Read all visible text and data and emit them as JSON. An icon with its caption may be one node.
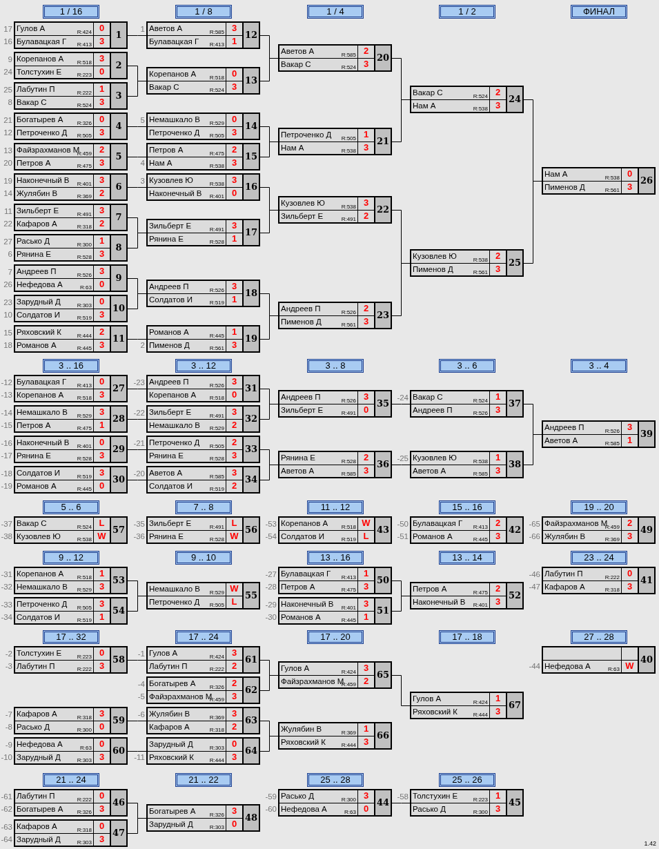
{
  "diagram": {
    "nodes": [
      {
        "text": [
          "1"
        ]
      },
      {
        "text": [
          "Гулов А",
          "R:424",
          "0"
        ],
        "in": 0,
        "beside": [
          "17"
        ]
      },
      {
        "text": [
          "Булавацкая Г",
          "R:413",
          "3"
        ],
        "in": 0,
        "beside": [
          "16"
        ]
      },
      {
        "text": [
          "2"
        ]
      },
      {
        "text": [
          "Корепанов А",
          "R:518",
          "3"
        ],
        "in": 3,
        "beside": [
          "9"
        ]
      },
      {
        "text": [
          "Толстухин Е",
          "R:223",
          "0"
        ],
        "in": 3,
        "beside": [
          "24"
        ]
      },
      {
        "text": [
          "3"
        ]
      },
      {
        "text": [
          "Лабутин П",
          "R:222",
          "1"
        ],
        "in": 6,
        "beside": [
          "25"
        ]
      },
      {
        "text": [
          "Вакар С",
          "R:524",
          "3"
        ],
        "in": 6,
        "beside": [
          "8"
        ]
      },
      {
        "text": [
          "4"
        ]
      },
      {
        "text": [
          "Богатырев А",
          "R:326",
          "0"
        ],
        "in": 9,
        "beside": [
          "21"
        ]
      },
      {
        "text": [
          "Петроченко Д",
          "R:505",
          "3"
        ],
        "in": 9,
        "beside": [
          "12"
        ]
      },
      {
        "text": [
          "5"
        ]
      },
      {
        "text": [
          "Файзрахманов М",
          "R:459",
          "2"
        ],
        "in": 12,
        "beside": [
          "13"
        ]
      },
      {
        "text": [
          "Петров А",
          "R:475",
          "3"
        ],
        "in": 12,
        "beside": [
          "20"
        ]
      },
      {
        "text": [
          "6"
        ]
      },
      {
        "text": [
          "Наконечный В",
          "R:401",
          "3"
        ],
        "in": 15,
        "beside": [
          "19"
        ]
      },
      {
        "text": [
          "Жулябин В",
          "R:369",
          "2"
        ],
        "in": 15,
        "beside": [
          "14"
        ]
      },
      {
        "text": [
          "7"
        ]
      },
      {
        "text": [
          "Зильберт Е",
          "R:491",
          "3"
        ],
        "in": 18,
        "beside": [
          "11"
        ]
      },
      {
        "text": [
          "Кафаров А",
          "R:318",
          "2"
        ],
        "in": 18,
        "beside": [
          "22"
        ]
      },
      {
        "text": [
          "8"
        ]
      },
      {
        "text": [
          "Расько Д",
          "R:300",
          "1"
        ],
        "in": 21,
        "beside": [
          "27"
        ]
      },
      {
        "text": [
          "Рянина Е",
          "R:528",
          "3"
        ],
        "in": 21,
        "beside": [
          "6"
        ]
      },
      {
        "text": [
          "9"
        ]
      },
      {
        "text": [
          "Андреев П",
          "R:526",
          "3"
        ],
        "in": 24,
        "beside": [
          "7"
        ]
      },
      {
        "text": [
          "Нефедова А",
          "R:63",
          "0"
        ],
        "in": 24,
        "beside": [
          "26"
        ]
      },
      {
        "text": [
          "10"
        ]
      },
      {
        "text": [
          "Зарудный Д",
          "R:303",
          "0"
        ],
        "in": 27,
        "beside": [
          "23"
        ]
      },
      {
        "text": [
          "Солдатов И",
          "R:519",
          "3"
        ],
        "in": 27,
        "beside": [
          "10"
        ]
      },
      {
        "text": [
          "11"
        ]
      },
      {
        "text": [
          "Ряховский К",
          "R:444",
          "2"
        ],
        "in": 30,
        "beside": [
          "15"
        ]
      },
      {
        "text": [
          "Романов А",
          "R:445",
          "3"
        ],
        "in": 30,
        "beside": [
          "18"
        ]
      },
      {
        "text": [
          "12"
        ]
      },
      {
        "text": [
          "Аветов А",
          "R:585",
          "3"
        ],
        "in": 33,
        "beside": [
          "1"
        ]
      },
      {
        "text": [
          "Булавацкая Г",
          "R:413",
          "1"
        ],
        "in": 33
      },
      {
        "text": [
          "13"
        ]
      },
      {
        "text": [
          "Корепанов А",
          "R:518",
          "0"
        ],
        "in": 36
      },
      {
        "text": [
          "Вакар С",
          "R:524",
          "3"
        ],
        "in": 36
      },
      {
        "text": [
          "14"
        ]
      },
      {
        "text": [
          "Немашкало В",
          "R:529",
          "0"
        ],
        "in": 39,
        "beside": [
          "5"
        ]
      },
      {
        "text": [
          "Петроченко Д",
          "R:505",
          "3"
        ],
        "in": 39
      },
      {
        "text": [
          "15"
        ]
      },
      {
        "text": [
          "Петров А",
          "R:475",
          "2"
        ],
        "in": 42
      },
      {
        "text": [
          "Нам А",
          "R:538",
          "3"
        ],
        "in": 42,
        "beside": [
          "4"
        ]
      },
      {
        "text": [
          "16"
        ]
      },
      {
        "text": [
          "Кузовлев Ю",
          "R:538",
          "3"
        ],
        "in": 45,
        "beside": [
          "3"
        ]
      },
      {
        "text": [
          "Наконечный В",
          "R:401",
          "0"
        ],
        "in": 45
      },
      {
        "text": [
          "17"
        ]
      },
      {
        "text": [
          "Зильберт Е",
          "R:491",
          "3"
        ],
        "in": 48
      },
      {
        "text": [
          "Рянина Е",
          "R:528",
          "1"
        ],
        "in": 48
      },
      {
        "text": [
          "18"
        ]
      },
      {
        "text": [
          "Андреев П",
          "R:526",
          "3"
        ],
        "in": 51
      },
      {
        "text": [
          "Солдатов И",
          "R:519",
          "1"
        ],
        "in": 51
      },
      {
        "text": [
          "19"
        ]
      },
      {
        "text": [
          "Романов А",
          "R:445",
          "1"
        ],
        "in": 54
      },
      {
        "text": [
          "Пименов Д",
          "R:561",
          "3"
        ],
        "in": 54,
        "beside": [
          "2"
        ]
      },
      {
        "text": [
          "20"
        ]
      },
      {
        "text": [
          "Аветов А",
          "R:585",
          "2"
        ],
        "in": 57
      },
      {
        "text": [
          "Вакар С",
          "R:524",
          "3"
        ],
        "in": 57
      },
      {
        "text": [
          "21"
        ]
      },
      {
        "text": [
          "Петроченко Д",
          "R:505",
          "1"
        ],
        "in": 60
      },
      {
        "text": [
          "Нам А",
          "R:538",
          "3"
        ],
        "in": 60
      },
      {
        "text": [
          "22"
        ]
      },
      {
        "text": [
          "Кузовлев Ю",
          "R:538",
          "3"
        ],
        "in": 63
      },
      {
        "text": [
          "Зильберт Е",
          "R:491",
          "2"
        ],
        "in": 63
      },
      {
        "text": [
          "23"
        ]
      },
      {
        "text": [
          "Андреев П",
          "R:526",
          "2"
        ],
        "in": 66
      },
      {
        "text": [
          "Пименов Д",
          "R:561",
          "3"
        ],
        "in": 66
      },
      {
        "text": [
          "24"
        ]
      },
      {
        "text": [
          "Вакар С",
          "R:524",
          "2"
        ],
        "in": 69
      },
      {
        "text": [
          "Нам А",
          "R:538",
          "3"
        ],
        "in": 69
      },
      {
        "text": [
          "25"
        ]
      },
      {
        "text": [
          "Кузовлев Ю",
          "R:538",
          "2"
        ],
        "in": 72
      },
      {
        "text": [
          "Пименов Д",
          "R:561",
          "3"
        ],
        "in": 72
      },
      {
        "text": [
          "26"
        ]
      },
      {
        "text": [
          "Нам А",
          "R:538",
          "0"
        ],
        "in": 75
      },
      {
        "text": [
          "Пименов Д",
          "R:561",
          "3"
        ],
        "in": 75
      },
      {
        "text": [
          "27"
        ]
      },
      {
        "text": [
          "Булавацкая Г",
          "R:413",
          "0"
        ],
        "in": 78,
        "beside": [
          "-12"
        ]
      },
      {
        "text": [
          "Корепанов А",
          "R:518",
          "3"
        ],
        "in": 78,
        "beside": [
          "-13"
        ]
      },
      {
        "text": [
          "28"
        ]
      },
      {
        "text": [
          "Немашкало В",
          "R:529",
          "3"
        ],
        "in": 81,
        "beside": [
          "-14"
        ]
      },
      {
        "text": [
          "Петров А",
          "R:475",
          "1"
        ],
        "in": 81,
        "beside": [
          "-15"
        ]
      },
      {
        "text": [
          "29"
        ]
      },
      {
        "text": [
          "Наконечный В",
          "R:401",
          "0"
        ],
        "in": 84,
        "beside": [
          "-16"
        ]
      },
      {
        "text": [
          "Рянина Е",
          "R:528",
          "3"
        ],
        "in": 84,
        "beside": [
          "-17"
        ]
      },
      {
        "text": [
          "30"
        ]
      },
      {
        "text": [
          "Солдатов И",
          "R:519",
          "3"
        ],
        "in": 87,
        "beside": [
          "-18"
        ]
      },
      {
        "text": [
          "Романов А",
          "R:445",
          "0"
        ],
        "in": 87,
        "beside": [
          "-19"
        ]
      },
      {
        "text": [
          "31"
        ]
      },
      {
        "text": [
          "Андреев П",
          "R:526",
          "3"
        ],
        "in": 90,
        "beside": [
          "-23"
        ]
      },
      {
        "text": [
          "Корепанов А",
          "R:518",
          "0"
        ],
        "in": 90
      },
      {
        "text": [
          "32"
        ]
      },
      {
        "text": [
          "Зильберт Е",
          "R:491",
          "3"
        ],
        "in": 93,
        "beside": [
          "-22"
        ]
      },
      {
        "text": [
          "Немашкало В",
          "R:529",
          "2"
        ],
        "in": 93
      },
      {
        "text": [
          "33"
        ]
      },
      {
        "text": [
          "Петроченко Д",
          "R:505",
          "2"
        ],
        "in": 96,
        "beside": [
          "-21"
        ]
      },
      {
        "text": [
          "Рянина Е",
          "R:528",
          "3"
        ],
        "in": 96
      },
      {
        "text": [
          "34"
        ]
      },
      {
        "text": [
          "Аветов А",
          "R:585",
          "3"
        ],
        "in": 99,
        "beside": [
          "-20"
        ]
      },
      {
        "text": [
          "Солдатов И",
          "R:519",
          "2"
        ],
        "in": 99
      },
      {
        "text": [
          "35"
        ]
      },
      {
        "text": [
          "Андреев П",
          "R:526",
          "3"
        ],
        "in": 102
      },
      {
        "text": [
          "Зильберт Е",
          "R:491",
          "0"
        ],
        "in": 102
      },
      {
        "text": [
          "36"
        ]
      },
      {
        "text": [
          "Рянина Е",
          "R:528",
          "2"
        ],
        "in": 105
      },
      {
        "text": [
          "Аветов А",
          "R:585",
          "3"
        ],
        "in": 105
      },
      {
        "text": [
          "37"
        ]
      },
      {
        "text": [
          "Вакар С",
          "R:524",
          "1"
        ],
        "in": 108,
        "beside": [
          "-24"
        ]
      },
      {
        "text": [
          "Андреев П",
          "R:526",
          "3"
        ],
        "in": 108
      },
      {
        "text": [
          "38"
        ]
      },
      {
        "text": [
          "Кузовлев Ю",
          "R:538",
          "1"
        ],
        "in": 111,
        "beside": [
          "-25"
        ]
      },
      {
        "text": [
          "Аветов А",
          "R:585",
          "3"
        ],
        "in": 111
      },
      {
        "text": [
          "39"
        ]
      },
      {
        "text": [
          "Андреев П",
          "R:526",
          "3"
        ],
        "in": 114
      },
      {
        "text": [
          "Аветов А",
          "R:585",
          "1"
        ],
        "in": 114
      },
      {
        "text": [
          "40"
        ]
      },
      {
        "text": [],
        "shape": "box",
        "in": 117
      },
      {
        "text": [
          "Нефедова А",
          "R:63",
          "W"
        ],
        "in": 117,
        "beside": [
          "-44"
        ]
      },
      {
        "text": [
          "41"
        ]
      },
      {
        "text": [
          "Лабутин П",
          "R:222",
          "0"
        ],
        "in": 120,
        "beside": [
          "-46"
        ]
      },
      {
        "text": [
          "Кафаров А",
          "R:318",
          "3"
        ],
        "in": 120,
        "beside": [
          "-47"
        ]
      },
      {
        "text": [
          "42"
        ]
      },
      {
        "text": [
          "Булавацкая Г",
          "R:413",
          "2"
        ],
        "in": 123,
        "beside": [
          "-50"
        ]
      },
      {
        "text": [
          "Романов А",
          "R:445",
          "3"
        ],
        "in": 123,
        "beside": [
          "-51"
        ]
      },
      {
        "text": [
          "43"
        ]
      },
      {
        "text": [
          "Корепанов А",
          "R:518",
          "W"
        ],
        "in": 126,
        "beside": [
          "-53"
        ]
      },
      {
        "text": [
          "Солдатов И",
          "R:519",
          "L"
        ],
        "in": 126,
        "beside": [
          "-54"
        ]
      },
      {
        "text": [
          "44"
        ]
      },
      {
        "text": [
          "Расько Д",
          "R:300",
          "3"
        ],
        "in": 129,
        "beside": [
          "-59"
        ]
      },
      {
        "text": [
          "Нефедова А",
          "R:63",
          "0"
        ],
        "in": 129,
        "beside": [
          "-60"
        ]
      },
      {
        "text": [
          "45"
        ]
      },
      {
        "text": [
          "Толстухин Е",
          "R:223",
          "1"
        ],
        "in": 132,
        "beside": [
          "-58"
        ]
      },
      {
        "text": [
          "Расько Д",
          "R:300",
          "3"
        ],
        "in": 132
      },
      {
        "text": [
          "46"
        ]
      },
      {
        "text": [
          "Лабутин П",
          "R:222",
          "0"
        ],
        "in": 135,
        "beside": [
          "-61"
        ]
      },
      {
        "text": [
          "Богатырев А",
          "R:326",
          "3"
        ],
        "in": 135,
        "beside": [
          "-62"
        ]
      },
      {
        "text": [
          "47"
        ]
      },
      {
        "text": [
          "Кафаров А",
          "R:318",
          "0"
        ],
        "in": 138,
        "beside": [
          "-63"
        ]
      },
      {
        "text": [
          "Зарудный Д",
          "R:303",
          "3"
        ],
        "in": 138,
        "beside": [
          "-64"
        ]
      },
      {
        "text": [
          "48"
        ]
      },
      {
        "text": [
          "Богатырев А",
          "R:326",
          "3"
        ],
        "in": 141
      },
      {
        "text": [
          "Зарудный Д",
          "R:303",
          "0"
        ],
        "in": 141
      },
      {
        "text": [
          "49"
        ]
      },
      {
        "text": [
          "Файзрахманов М",
          "R:459",
          "2"
        ],
        "in": 144,
        "beside": [
          "-65"
        ]
      },
      {
        "text": [
          "Жулябин В",
          "R:369",
          "3"
        ],
        "in": 144,
        "beside": [
          "-66"
        ]
      },
      {
        "text": [
          "50"
        ]
      },
      {
        "text": [
          "Булавацкая Г",
          "R:413",
          "1"
        ],
        "in": 147,
        "beside": [
          "-27"
        ]
      },
      {
        "text": [
          "Петров А",
          "R:475",
          "3"
        ],
        "in": 147,
        "beside": [
          "-28"
        ]
      },
      {
        "text": [
          "51"
        ]
      },
      {
        "text": [
          "Наконечный В",
          "R:401",
          "3"
        ],
        "in": 150,
        "beside": [
          "-29"
        ]
      },
      {
        "text": [
          "Романов А",
          "R:445",
          "1"
        ],
        "in": 150,
        "beside": [
          "-30"
        ]
      },
      {
        "text": [
          "52"
        ]
      },
      {
        "text": [
          "Петров А",
          "R:475",
          "2"
        ],
        "in": 153
      },
      {
        "text": [
          "Наконечный В",
          "R:401",
          "3"
        ],
        "in": 153
      },
      {
        "text": [
          "53"
        ]
      },
      {
        "text": [
          "Корепанов А",
          "R:518",
          "1"
        ],
        "in": 156,
        "beside": [
          "-31"
        ]
      },
      {
        "text": [
          "Немашкало В",
          "R:529",
          "3"
        ],
        "in": 156,
        "beside": [
          "-32"
        ]
      },
      {
        "text": [
          "54"
        ]
      },
      {
        "text": [
          "Петроченко Д",
          "R:505",
          "3"
        ],
        "in": 159,
        "beside": [
          "-33"
        ]
      },
      {
        "text": [
          "Солдатов И",
          "R:519",
          "1"
        ],
        "in": 159,
        "beside": [
          "-34"
        ]
      },
      {
        "text": [
          "55"
        ]
      },
      {
        "text": [
          "Немашкало В",
          "R:529",
          "W"
        ],
        "in": 162
      },
      {
        "text": [
          "Петроченко Д",
          "R:505",
          "L"
        ],
        "in": 162
      },
      {
        "text": [
          "56"
        ]
      },
      {
        "text": [
          "Зильберт Е",
          "R:491",
          "L"
        ],
        "in": 165,
        "beside": [
          "-35"
        ]
      },
      {
        "text": [
          "Рянина Е",
          "R:528",
          "W"
        ],
        "in": 165,
        "beside": [
          "-36"
        ]
      },
      {
        "text": [
          "57"
        ]
      },
      {
        "text": [
          "Вакар С",
          "R:524",
          "L"
        ],
        "in": 168,
        "beside": [
          "-37"
        ]
      },
      {
        "text": [
          "Кузовлев Ю",
          "R:538",
          "W"
        ],
        "in": 168,
        "beside": [
          "-38"
        ]
      },
      {
        "text": [
          "58"
        ]
      },
      {
        "text": [
          "Толстухин Е",
          "R:223",
          "0"
        ],
        "in": 171,
        "beside": [
          "-2"
        ]
      },
      {
        "text": [
          "Лабутин П",
          "R:222",
          "3"
        ],
        "in": 171,
        "beside": [
          "-3"
        ]
      },
      {
        "text": [
          "59"
        ]
      },
      {
        "text": [
          "Кафаров А",
          "R:318",
          "3"
        ],
        "in": 174,
        "beside": [
          "-7"
        ]
      },
      {
        "text": [
          "Расько Д",
          "R:300",
          "0"
        ],
        "in": 174,
        "beside": [
          "-8"
        ]
      },
      {
        "text": [
          "60"
        ]
      },
      {
        "text": [
          "Нефедова А",
          "R:63",
          "0"
        ],
        "in": 177,
        "beside": [
          "-9"
        ]
      },
      {
        "text": [
          "Зарудный Д",
          "R:303",
          "3"
        ],
        "in": 177,
        "beside": [
          "-10"
        ]
      },
      {
        "text": [
          "61"
        ]
      },
      {
        "text": [
          "Гулов А",
          "R:424",
          "3"
        ],
        "in": 180,
        "beside": [
          "-1"
        ]
      },
      {
        "text": [
          "Лабутин П",
          "R:222",
          "2"
        ],
        "in": 180
      },
      {
        "text": [
          "62"
        ]
      },
      {
        "text": [
          "Богатырев А",
          "R:326",
          "2"
        ],
        "in": 183,
        "beside": [
          "-4"
        ]
      },
      {
        "text": [
          "Файзрахманов М",
          "R:459",
          "3"
        ],
        "in": 183,
        "beside": [
          "-5"
        ]
      },
      {
        "text": [
          "63"
        ]
      },
      {
        "text": [
          "Жулябин В",
          "R:369",
          "3"
        ],
        "in": 186,
        "beside": [
          "-6"
        ]
      },
      {
        "text": [
          "Кафаров А",
          "R:318",
          "2"
        ],
        "in": 186
      },
      {
        "text": [
          "64"
        ]
      },
      {
        "text": [
          "Зарудный Д",
          "R:303",
          "0"
        ],
        "in": 189
      },
      {
        "text": [
          "Ряховский К",
          "R:444",
          "3"
        ],
        "in": 189,
        "beside": [
          "-11"
        ]
      },
      {
        "text": [
          "65"
        ]
      },
      {
        "text": [
          "Гулов А",
          "R:424",
          "3"
        ],
        "in": 192
      },
      {
        "text": [
          "Файзрахманов М",
          "R:459",
          "2"
        ],
        "in": 192
      },
      {
        "text": [
          "66"
        ]
      },
      {
        "text": [
          "Жулябин В",
          "R:369",
          "1"
        ],
        "in": 195
      },
      {
        "text": [
          "Ряховский К",
          "R:444",
          "3"
        ],
        "in": 195
      },
      {
        "text": [
          "67"
        ]
      },
      {
        "text": [
          "Гулов А",
          "R:424",
          "1"
        ],
        "in": 198
      },
      {
        "text": [
          "Ряховский К",
          "R:444",
          "3"
        ],
        "in": 198
      },
      {
        "text": [
          "1 / 16"
        ]
      },
      {
        "text": [
          "1 / 8"
        ]
      },
      {
        "text": [
          "1 / 4"
        ]
      },
      {
        "text": [
          "1 / 2"
        ]
      },
      {
        "text": [
          "ФИНАЛ"
        ]
      },
      {
        "text": [
          "3 .. 16"
        ]
      },
      {
        "text": [
          "3 .. 12"
        ]
      },
      {
        "text": [
          "3 .. 8"
        ]
      },
      {
        "text": [
          "3 .. 6"
        ]
      },
      {
        "text": [
          "3 .. 4"
        ]
      },
      {
        "text": [
          "5 .. 6"
        ]
      },
      {
        "text": [
          "7 .. 8"
        ]
      },
      {
        "text": [
          "11 .. 12"
        ]
      },
      {
        "text": [
          "15 .. 16"
        ]
      },
      {
        "text": [
          "19 .. 20"
        ]
      },
      {
        "text": [
          "9 .. 12"
        ]
      },
      {
        "text": [
          "9 .. 10"
        ]
      },
      {
        "text": [
          "13 .. 16"
        ]
      },
      {
        "text": [
          "13 .. 14"
        ]
      },
      {
        "text": [
          "23 .. 24"
        ]
      },
      {
        "text": [
          "17 .. 32"
        ]
      },
      {
        "text": [
          "17 .. 24"
        ]
      },
      {
        "text": [
          "17 .. 20"
        ]
      },
      {
        "text": [
          "17 .. 18"
        ]
      },
      {
        "text": [
          "27 .. 28"
        ]
      },
      {
        "text": [
          "21 .. 24"
        ]
      },
      {
        "text": [
          "21 .. 22"
        ]
      },
      {
        "text": [
          "25 .. 28"
        ]
      },
      {
        "text": [
          "25 .. 26"
        ]
      }
    ],
    "edges": [
      {
        "from": 0,
        "to": 33,
        "arrow": "none"
      },
      {
        "from": 3,
        "to": 36,
        "arrow": "none"
      },
      {
        "from": 6,
        "to": 36,
        "arrow": "none"
      },
      {
        "from": 9,
        "to": 39,
        "arrow": "none"
      },
      {
        "from": 12,
        "to": 42,
        "arrow": "none"
      },
      {
        "from": 15,
        "to": 45,
        "arrow": "none"
      },
      {
        "from": 18,
        "to": 48,
        "arrow": "none"
      },
      {
        "from": 21,
        "to": 48,
        "arrow": "none"
      },
      {
        "from": 24,
        "to": 51,
        "arrow": "none"
      },
      {
        "from": 27,
        "to": 51,
        "arrow": "none"
      },
      {
        "from": 30,
        "to": 54,
        "arrow": "none"
      },
      {
        "from": 33,
        "to": 57,
        "arrow": "none"
      },
      {
        "from": 36,
        "to": 57,
        "arrow": "none"
      },
      {
        "from": 39,
        "to": 60,
        "arrow": "none"
      },
      {
        "from": 42,
        "to": 60,
        "arrow": "none"
      },
      {
        "from": 45,
        "to": 63,
        "arrow": "none"
      },
      {
        "from": 48,
        "to": 63,
        "arrow": "none"
      },
      {
        "from": 51,
        "to": 66,
        "arrow": "none"
      },
      {
        "from": 54,
        "to": 66,
        "arrow": "none"
      },
      {
        "from": 57,
        "to": 69,
        "arrow": "none"
      },
      {
        "from": 60,
        "to": 69,
        "arrow": "none"
      },
      {
        "from": 63,
        "to": 72,
        "arrow": "none"
      },
      {
        "from": 66,
        "to": 72,
        "arrow": "none"
      },
      {
        "from": 69,
        "to": 75,
        "arrow": "none"
      },
      {
        "from": 72,
        "to": 75,
        "arrow": "none"
      },
      {
        "from": 78,
        "to": 90,
        "arrow": "none"
      },
      {
        "from": 81,
        "to": 93,
        "arrow": "none"
      },
      {
        "from": 84,
        "to": 96,
        "arrow": "none"
      },
      {
        "from": 87,
        "to": 99,
        "arrow": "none"
      },
      {
        "from": 90,
        "to": 102,
        "arrow": "none"
      },
      {
        "from": 93,
        "to": 102,
        "arrow": "none"
      },
      {
        "from": 96,
        "to": 105,
        "arrow": "none"
      },
      {
        "from": 99,
        "to": 105,
        "arrow": "none"
      },
      {
        "from": 102,
        "to": 108,
        "arrow": "none"
      },
      {
        "from": 105,
        "to": 111,
        "arrow": "none"
      },
      {
        "from": 108,
        "to": 114,
        "arrow": "none"
      },
      {
        "from": 111,
        "to": 114,
        "arrow": "none"
      },
      {
        "from": 156,
        "to": 162,
        "arrow": "none"
      },
      {
        "from": 159,
        "to": 162,
        "arrow": "none"
      },
      {
        "from": 147,
        "to": 153,
        "arrow": "none"
      },
      {
        "from": 150,
        "to": 153,
        "arrow": "none"
      },
      {
        "from": 171,
        "to": 180,
        "arrow": "none"
      },
      {
        "from": 180,
        "to": 192,
        "arrow": "none"
      },
      {
        "from": 183,
        "to": 192,
        "arrow": "none"
      },
      {
        "from": 174,
        "to": 186,
        "arrow": "none"
      },
      {
        "from": 177,
        "to": 189,
        "arrow": "none"
      },
      {
        "from": 186,
        "to": 195,
        "arrow": "none"
      },
      {
        "from": 189,
        "to": 195,
        "arrow": "none"
      },
      {
        "from": 192,
        "to": 198,
        "arrow": "none"
      },
      {
        "from": 135,
        "to": 141,
        "arrow": "none"
      },
      {
        "from": 138,
        "to": 141,
        "arrow": "none"
      },
      {
        "from": 129,
        "to": 132,
        "arrow": "none"
      }
    ],
    "labels": [
      "1.42"
    ]
  }
}
